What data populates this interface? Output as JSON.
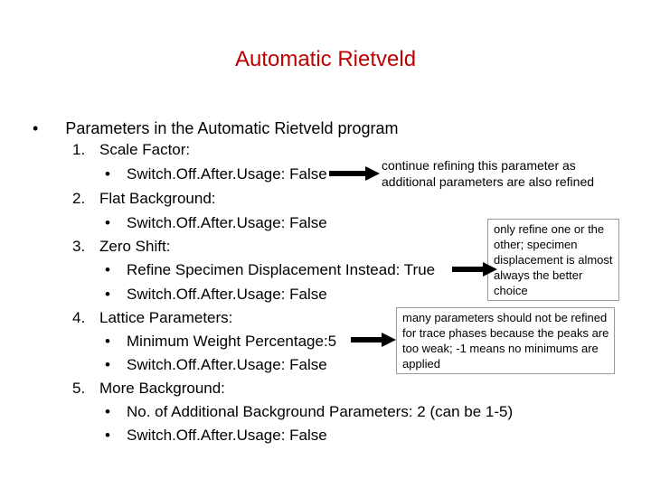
{
  "title": "Automatic Rietveld",
  "main_bullet": {
    "glyph": "•",
    "text": "Parameters in the Automatic Rietveld program"
  },
  "items": [
    {
      "num": "1.",
      "label": "Scale Factor:"
    },
    {
      "num": "2.",
      "label": "Flat Background:"
    },
    {
      "num": "3.",
      "label": "Zero Shift:"
    },
    {
      "num": "4.",
      "label": "Lattice Parameters:"
    },
    {
      "num": "5.",
      "label": "More Background:"
    }
  ],
  "subitems": {
    "scale_switch": "Switch.Off.After.Usage: False",
    "flat_switch": "Switch.Off.After.Usage: False",
    "zero_refine": "Refine Specimen Displacement Instead: True",
    "zero_switch": "Switch.Off.After.Usage: False",
    "lattice_minweight": "Minimum Weight Percentage:5",
    "lattice_switch": "Switch.Off.After.Usage: False",
    "more_params": "No. of Additional Background Parameters: 2 (can be 1-5)",
    "more_switch": "Switch.Off.After.Usage: False"
  },
  "sub_bullet": "•",
  "notes": {
    "scale": [
      "continue refining this parameter as",
      "additional parameters are also refined"
    ],
    "zero": [
      "only refine one or the",
      "other; specimen",
      "displacement is almost",
      "always the better",
      "choice"
    ],
    "lattice": [
      "many parameters should not be refined",
      "for trace phases because the peaks are",
      "too weak; -1 means no minimums are",
      "applied"
    ]
  }
}
